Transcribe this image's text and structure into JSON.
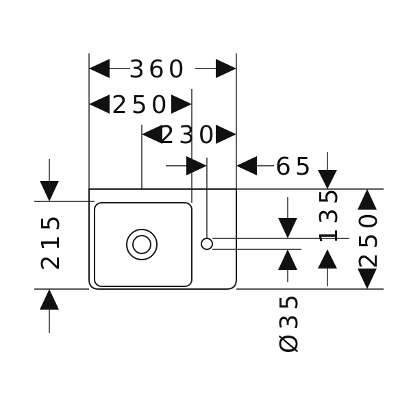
{
  "dimensions": {
    "overall_width": "360",
    "bowl_width": "250",
    "tap_offset": "230",
    "right_margin": "65",
    "depth_front": "215",
    "tap_depth": "135",
    "overall_depth": "250",
    "tap_hole_diameter": "Ø35"
  },
  "colors": {
    "line": "#1a1a1a",
    "background": "#ffffff"
  }
}
